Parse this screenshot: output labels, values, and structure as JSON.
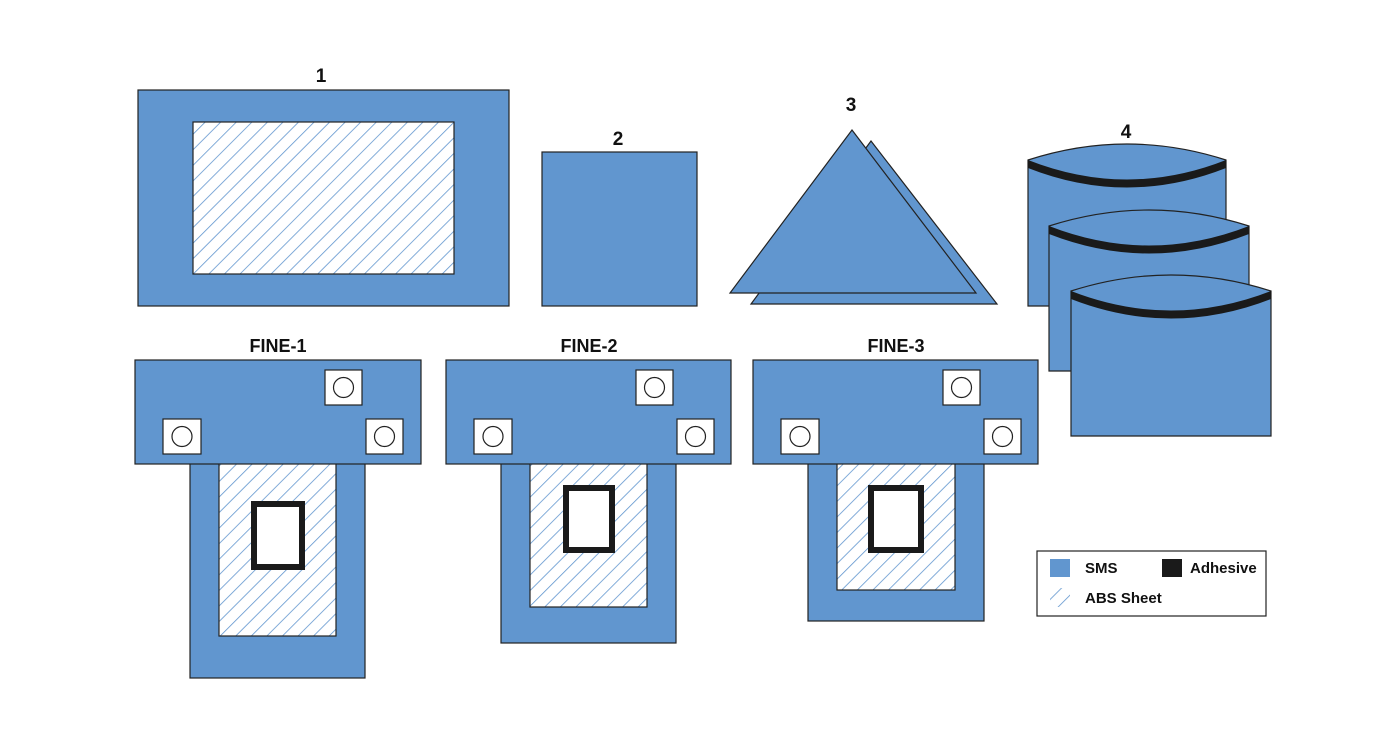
{
  "diagram": {
    "colors": {
      "sms": "#6196cf",
      "adhesive": "#1a1a1a",
      "outline": "#222222",
      "hatch": "#6196cf",
      "background": "#ffffff"
    },
    "items": {
      "drape_1": {
        "label": "1"
      },
      "drape_2": {
        "label": "2"
      },
      "drape_3": {
        "label": "3"
      },
      "drape_4": {
        "label": "4"
      },
      "fine_1": {
        "label": "FINE-1"
      },
      "fine_2": {
        "label": "FINE-2"
      },
      "fine_3": {
        "label": "FINE-3"
      }
    },
    "legend": {
      "sms": "SMS",
      "adhesive": "Adhesive",
      "abs_sheet": "ABS Sheet"
    }
  }
}
